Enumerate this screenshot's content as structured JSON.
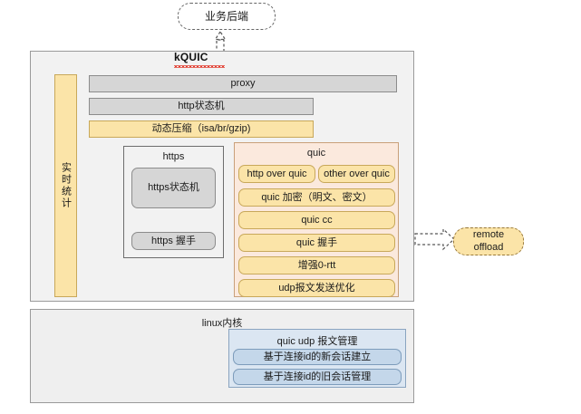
{
  "diagram": {
    "title_label": "kQUIC",
    "backend_node": "业务后端",
    "offload_node": "remote\noffload",
    "offload_line1": "remote",
    "offload_line2": "offload",
    "stats_bar": "实时统计",
    "top_bars": [
      {
        "label": "proxy",
        "style": "gray"
      },
      {
        "label": "http状态机",
        "style": "gray"
      },
      {
        "label": "动态压缩（isa/br/gzip)",
        "style": "yellow"
      }
    ],
    "https_group": {
      "title": "https",
      "items": [
        {
          "label": "https状态机"
        },
        {
          "label": "https 握手"
        }
      ]
    },
    "quic_group": {
      "title": "quic",
      "row_items": [
        {
          "label": "http over quic"
        },
        {
          "label": "other over quic"
        }
      ],
      "items": [
        {
          "label": "quic 加密（明文、密文）"
        },
        {
          "label": "quic cc"
        },
        {
          "label": "quic 握手"
        },
        {
          "label": "增强0-rtt"
        },
        {
          "label": "udp报文发送优化"
        }
      ]
    },
    "kernel_panel": {
      "title": "linux内核",
      "group_title": "quic udp 报文管理",
      "items": [
        {
          "label": "基于连接id的新会话建立"
        },
        {
          "label": "基于连接id的旧会话管理"
        }
      ]
    },
    "colors": {
      "yellow_fill": "#fbe4a8",
      "yellow_border": "#c8a85a",
      "gray_fill": "#d6d6d6",
      "gray_border": "#8c8c8c",
      "blue_fill": "#c4d7ea",
      "blue_border": "#7d9cbb",
      "quic_fill": "#fbe9dd",
      "panel_fill": "#f2f2f2",
      "spellcheck_underline": "#e23b2e"
    }
  }
}
